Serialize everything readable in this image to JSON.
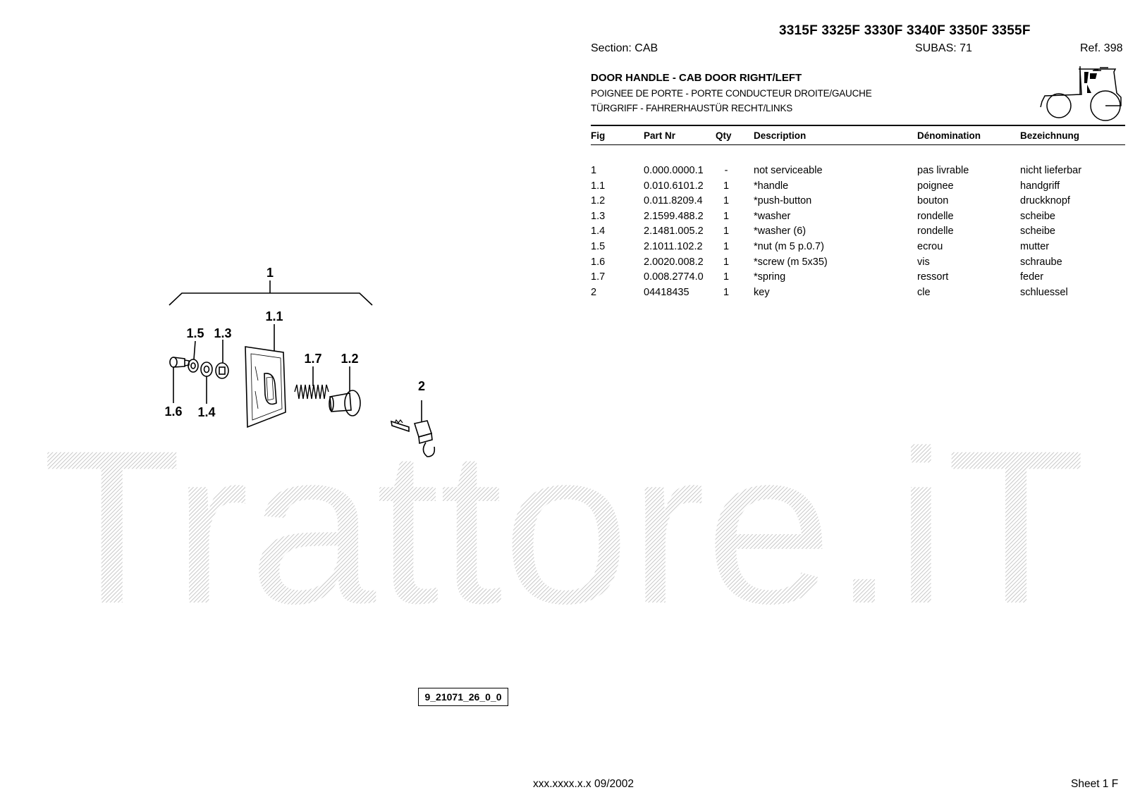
{
  "header": {
    "models": "3315F 3325F 3330F 3340F 3350F 3355F",
    "section": "Section: CAB",
    "subas": "SUBAS: 71",
    "ref": "Ref. 398"
  },
  "title": {
    "en": "DOOR HANDLE - CAB DOOR RIGHT/LEFT",
    "fr": "POIGNEE DE PORTE - PORTE CONDUCTEUR DROITE/GAUCHE",
    "de": "TÜRGRIFF - FAHRERHAUSTÜR RECHT/LINKS"
  },
  "columns": {
    "fig": "Fig",
    "part": "Part Nr",
    "qty": "Qty",
    "desc": "Description",
    "fr": "Dénomination",
    "de": "Bezeichnung"
  },
  "rows": [
    {
      "fig": "1",
      "part": "0.000.0000.1",
      "qty": "-",
      "desc": "not serviceable",
      "fr": "pas livrable",
      "de": "nicht lieferbar"
    },
    {
      "fig": "1.1",
      "part": "0.010.6101.2",
      "qty": "1",
      "desc": "*handle",
      "fr": "poignee",
      "de": "handgriff"
    },
    {
      "fig": "1.2",
      "part": "0.011.8209.4",
      "qty": "1",
      "desc": "*push-button",
      "fr": "bouton",
      "de": "druckknopf"
    },
    {
      "fig": "1.3",
      "part": "2.1599.488.2",
      "qty": "1",
      "desc": "*washer",
      "fr": "rondelle",
      "de": "scheibe"
    },
    {
      "fig": "1.4",
      "part": "2.1481.005.2",
      "qty": "1",
      "desc": "*washer (6)",
      "fr": "rondelle",
      "de": "scheibe"
    },
    {
      "fig": "1.5",
      "part": "2.1011.102.2",
      "qty": "1",
      "desc": "*nut (m 5 p.0.7)",
      "fr": "ecrou",
      "de": "mutter"
    },
    {
      "fig": "1.6",
      "part": "2.0020.008.2",
      "qty": "1",
      "desc": "*screw (m 5x35)",
      "fr": "vis",
      "de": "schraube"
    },
    {
      "fig": "1.7",
      "part": "0.008.2774.0",
      "qty": "1",
      "desc": "*spring",
      "fr": "ressort",
      "de": "feder"
    },
    {
      "fig": "2",
      "part": "04418435",
      "qty": "1",
      "desc": "key",
      "fr": "cle",
      "de": "schluessel"
    }
  ],
  "diagram": {
    "callouts": {
      "c1": "1",
      "c11": "1.1",
      "c12": "1.2",
      "c13": "1.3",
      "c14": "1.4",
      "c15": "1.5",
      "c16": "1.6",
      "c17": "1.7",
      "c2": "2"
    },
    "drawing_ref": "9_21071_26_0_0"
  },
  "watermark": "Trattore.iT",
  "footer": {
    "code": "xxx.xxxx.x.x  09/2002",
    "sheet": "Sheet 1 F"
  }
}
